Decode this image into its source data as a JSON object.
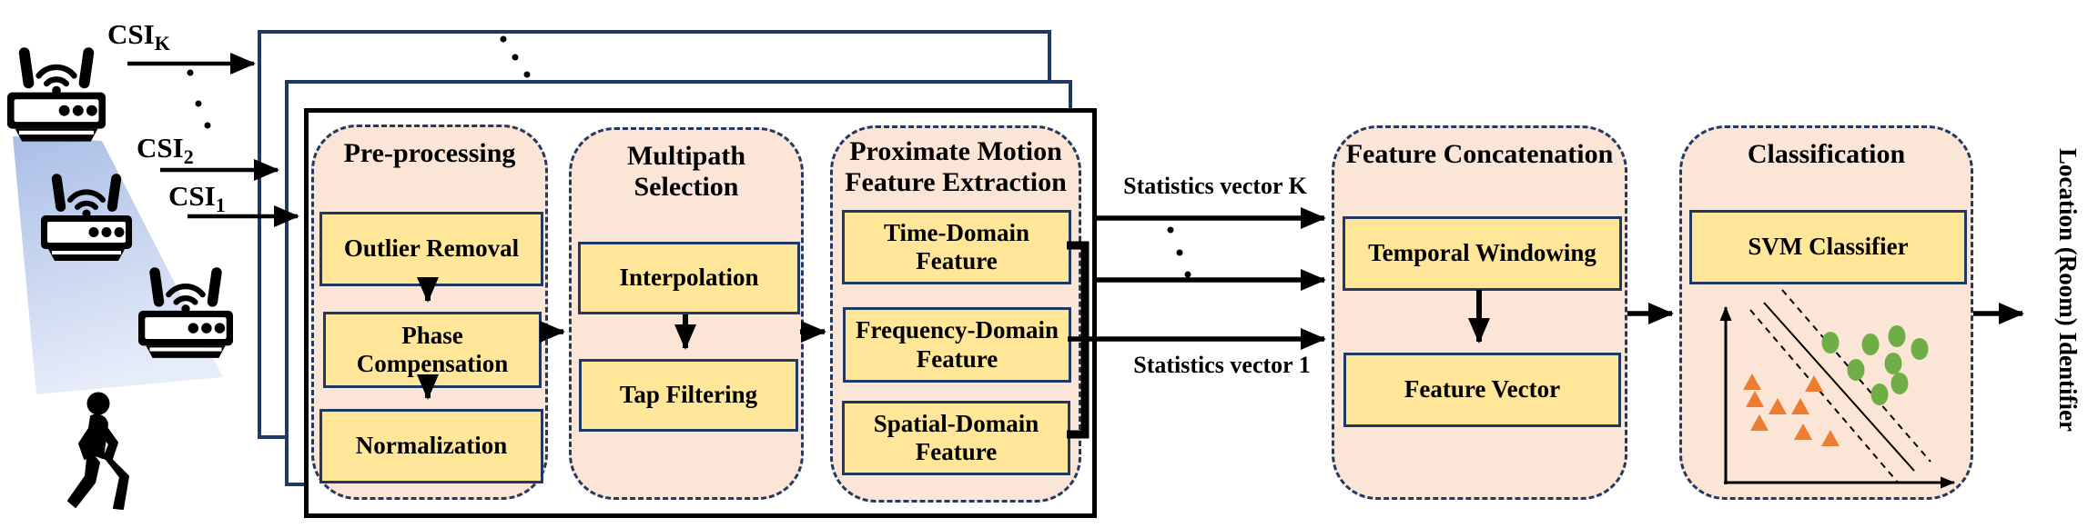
{
  "inputs": [
    {
      "base": "CSI",
      "sub": "K"
    },
    {
      "base": "CSI",
      "sub": "2"
    },
    {
      "base": "CSI",
      "sub": "1"
    }
  ],
  "blocks": {
    "preprocessing": {
      "title": "Pre-processing",
      "steps": [
        "Outlier Removal",
        "Phase Compensation",
        "Normalization"
      ]
    },
    "multipath": {
      "title": "Multipath Selection",
      "steps": [
        "Interpolation",
        "Tap Filtering"
      ]
    },
    "feature_extraction": {
      "title": "Proximate Motion Feature Extraction",
      "steps": [
        "Time-Domain Feature",
        "Frequency-Domain Feature",
        "Spatial-Domain Feature"
      ]
    },
    "concatenation": {
      "title": "Feature Concatenation",
      "steps": [
        "Temporal Windowing",
        "Feature Vector"
      ]
    },
    "classification": {
      "title": "Classification",
      "steps": [
        "SVM Classifier"
      ]
    }
  },
  "labels": {
    "statistics_vector_k": "Statistics vector K",
    "statistics_vector_1": "Statistics vector 1",
    "output": "Location (Room) Identifier"
  },
  "colors": {
    "navy": "#1F3864",
    "block_fill": "#FBE5D6",
    "box_fill": "#FFE699",
    "triangle": "#ED7D31",
    "circle": "#70AD47",
    "beam": "#B4C7E7"
  },
  "scatter": {
    "triangles": [
      [
        62,
        103
      ],
      [
        130,
        105
      ],
      [
        65,
        122
      ],
      [
        90,
        130
      ],
      [
        115,
        130
      ],
      [
        70,
        148
      ],
      [
        118,
        158
      ],
      [
        148,
        165
      ]
    ],
    "circles": [
      [
        148,
        59
      ],
      [
        192,
        61
      ],
      [
        221,
        52
      ],
      [
        246,
        66
      ],
      [
        176,
        89
      ],
      [
        217,
        82
      ],
      [
        224,
        104
      ],
      [
        202,
        116
      ]
    ]
  }
}
